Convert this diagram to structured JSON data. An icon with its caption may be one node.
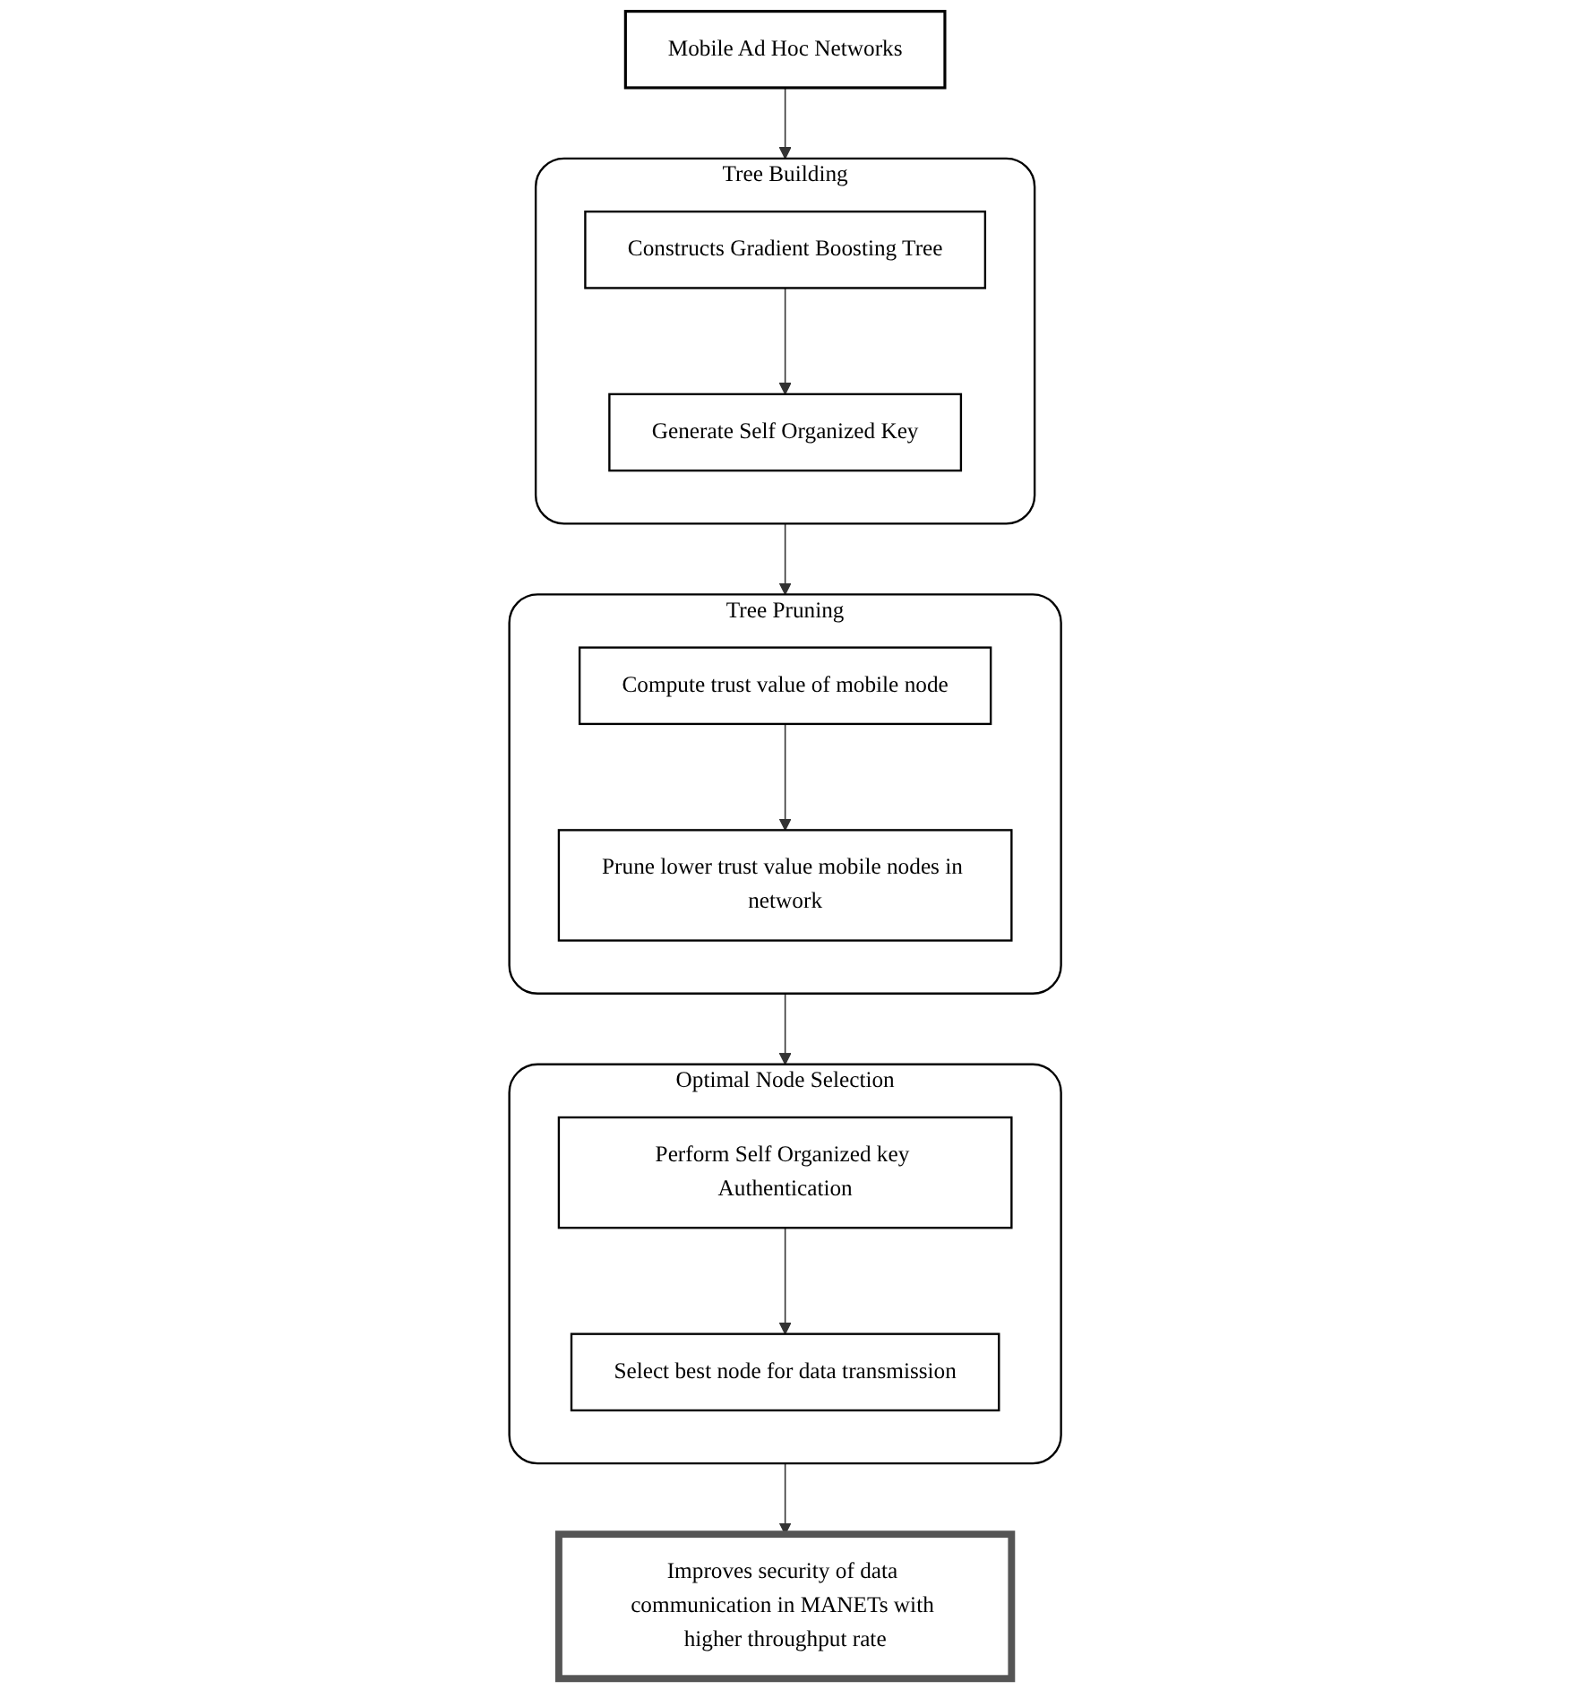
{
  "diagram": {
    "nodes": [
      {
        "text": [
          "Mobile Ad Hoc Networks"
        ]
      },
      {
        "text": [
          "Tree Building"
        ]
      },
      {
        "text": [
          "Constructs Gradient Boosting Tree"
        ],
        "in": 1
      },
      {
        "text": [
          "Generate Self Organized Key"
        ],
        "in": 1
      },
      {
        "text": [
          "Tree Pruning"
        ]
      },
      {
        "text": [
          "Compute trust value of mobile node"
        ],
        "in": 4
      },
      {
        "text": [
          "Prune lower trust value mobile nodes in network"
        ],
        "in": 4
      },
      {
        "text": [
          "Optimal Node Selection"
        ]
      },
      {
        "text": [
          "Perform Self Organized key Authentication"
        ],
        "in": 7
      },
      {
        "text": [
          "Select best node for data transmission"
        ],
        "in": 7
      },
      {
        "text": [
          "Improves security of data communication in MANETs with higher throughput rate"
        ]
      }
    ],
    "edges": [
      {
        "from": 0,
        "to": 1,
        "arrow": "to"
      },
      {
        "from": 2,
        "to": 3,
        "arrow": "to"
      },
      {
        "from": 1,
        "to": 4,
        "arrow": "to"
      },
      {
        "from": 5,
        "to": 6,
        "arrow": "to"
      },
      {
        "from": 4,
        "to": 7,
        "arrow": "to"
      },
      {
        "from": 8,
        "to": 9,
        "arrow": "to"
      },
      {
        "from": 7,
        "to": 10,
        "arrow": "to"
      }
    ]
  }
}
